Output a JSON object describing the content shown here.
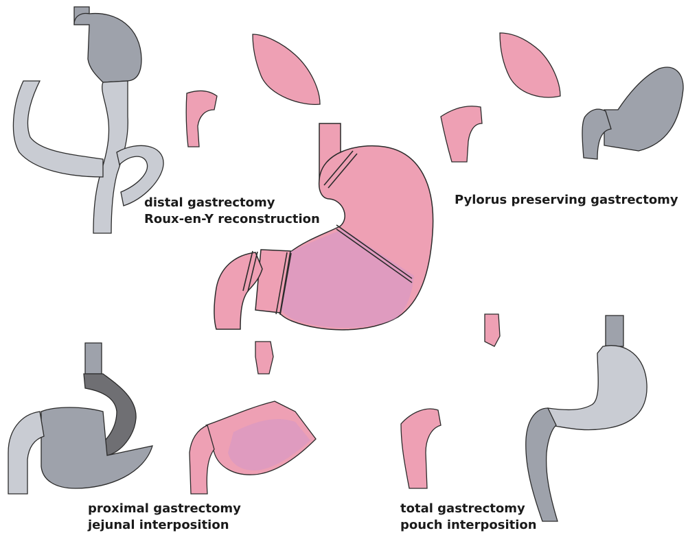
{
  "labels": {
    "distal": {
      "line1": "distal gastrectomy",
      "line2": "Roux-en-Y reconstruction"
    },
    "pylorus": {
      "line1": "Pylorus preserving gastrectomy"
    },
    "proximal": {
      "line1": "proximal gastrectomy",
      "line2": "jejunal interposition"
    },
    "total": {
      "line1": "total gastrectomy",
      "line2": "pouch interposition"
    }
  },
  "colors": {
    "stomach_pink": "#eea0b4",
    "stomach_mottle": "#d497c8",
    "reconstruction_gray": "#9ea2ab",
    "jejunum_gray": "#c9ccd3",
    "dark_interposition": "#6f6f73",
    "outline": "#2a2a2a"
  }
}
